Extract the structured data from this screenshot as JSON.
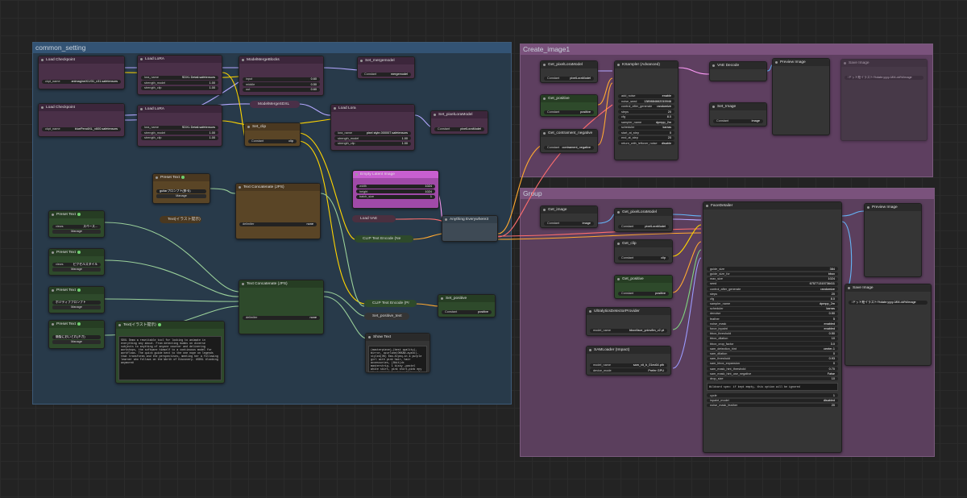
{
  "groups": {
    "common": "common_setting",
    "create": "Create_image1",
    "group": "Group"
  },
  "nodes": {
    "ckpt1": {
      "title": "Load Checkpoint",
      "w_name": "ckpt_name",
      "w_val": "animagineXLV31_v31.safetensors"
    },
    "ckpt2": {
      "title": "Load Checkpoint",
      "w_name": "ckpt_name",
      "w_val": "bluePencilXL_v600.safetensors"
    },
    "lora1": {
      "title": "Load LoRA",
      "rows": [
        [
          "lora_name",
          "SDXL Detail.safetensors"
        ],
        [
          "strength_model",
          "1.00"
        ],
        [
          "strength_clip",
          "1.00"
        ]
      ]
    },
    "lora2": {
      "title": "Load LoRA",
      "rows": [
        [
          "lora_name",
          "SDXL Detail.safetensors"
        ],
        [
          "strength_model",
          "1.00"
        ],
        [
          "strength_clip",
          "1.00"
        ]
      ]
    },
    "mmb": {
      "title": "ModelMergeBlocks",
      "rows": [
        [
          "input",
          "0.60"
        ],
        [
          "middle",
          "0.50"
        ],
        [
          "out",
          "0.60"
        ]
      ]
    },
    "mmsdxl": {
      "title": "ModelMergeSDXL"
    },
    "setmerge": {
      "title": "Set_mergemodel",
      "c_name": "Constant",
      "c_val": "mergemodel"
    },
    "loadlora3": {
      "title": "Load Lora",
      "rows": [
        [
          "lora_name",
          "pixel style-000007.safetensors"
        ],
        [
          "strength_model",
          "1.00"
        ],
        [
          "strength_clip",
          "1.00"
        ]
      ]
    },
    "setpixel": {
      "title": "Set_pixelLoraModel",
      "c_name": "Constant",
      "c_val": "pixelLoraModel"
    },
    "setclip": {
      "title": "Set_clip",
      "c_name": "Constant",
      "c_val": "clip"
    },
    "preset_top": {
      "title": "Preset Text",
      "w_val": "guitarプロンプト(那卡)",
      "btn": "Manage"
    },
    "textconcat1": {
      "title": "Text Concatenate (JPS)",
      "w_name": "delimiter",
      "w_val": "none"
    },
    "textconcat2": {
      "title": "Text Concatenate (JPS)",
      "w_name": "delimiter",
      "w_val": "none"
    },
    "emptylatent": {
      "title": "Empty Latent Image",
      "rows": [
        [
          "width",
          "1024"
        ],
        [
          "height",
          "1024"
        ],
        [
          "batch_size",
          "1"
        ]
      ]
    },
    "loadvae": {
      "title": "Load VAE"
    },
    "anything": {
      "title": "Anything Everywhere3"
    },
    "clipenc1": {
      "title": "CLIP Text Encode (Ne"
    },
    "clipenc2": {
      "title": "CLIP Text Encode (Pr"
    },
    "setpos_left": {
      "title": "Set_positive",
      "c_name": "Constant",
      "c_val": "positive"
    },
    "setpostext": {
      "title": "Set_positive_text"
    },
    "showtext": {
      "title": "Show Text",
      "text": "(masterpiece),(best quality), mirror, azurlane(OKKAN-ayato)-styled(OK) Emo.Arpeq.in a purple girl with pink hair, hair accessories, (8bit)dx masterstrip, 1 kissy ,pastel white skirt, pink shirt,pink epy block (tbit) bardric, fish scale"
    },
    "presets": [
      {
        "title": "Preset Text",
        "w_name": "views",
        "w_val": "スペース...",
        "btn": "Manage"
      },
      {
        "title": "Preset Text",
        "w_name": "views",
        "w_val": "ピクセルスタイル",
        "btn": "Manage"
      },
      {
        "title": "Preset Text",
        "w_name": "",
        "w_val": "ポジティブプロンプト",
        "btn": "Manage"
      },
      {
        "title": "Preset Text",
        "w_name": "",
        "w_val": "簡版においとれ(キガ)",
        "btn": "Manage"
      }
    ],
    "illust1": {
      "title": "Text(イラスト提示)"
    },
    "illust2": {
      "title": "Text(イラスト提示)",
      "text": "SDXL Demo a rewritable tool for looking to animate in everything any about. From detecting bumbs on diverse subjects to anything of anyone counter and delivering workshops, the software himself to a continuous model for workflows. The quick guide best to the one nope on legends that transforms and the perspectives, meeting her a following learner who follows on the Worth of Discovery. #SDXL #looking anymore#"
    },
    "getpixel1": {
      "title": "Get_pixelLoraModel",
      "c_name": "Constant",
      "c_val": "pixelLoraModel"
    },
    "getpos1": {
      "title": "Get_positive",
      "c_name": "Constant",
      "c_val": "positive"
    },
    "getcont": {
      "title": "Get_contrament_negative",
      "c_name": "Constant",
      "c_val": "contrament_negative"
    },
    "ksampler": {
      "title": "KSampler (Advanced)",
      "rows": [
        [
          "add_noise",
          "enable"
        ],
        [
          "noise_seed",
          "1389884662015946"
        ],
        [
          "control_after_generate",
          "randomize"
        ],
        [
          "steps",
          "20"
        ],
        [
          "cfg",
          "8.0"
        ],
        [
          "sampler_name",
          "dpmpp_2m"
        ],
        [
          "scheduler",
          "karras"
        ],
        [
          "start_at_step",
          "0"
        ],
        [
          "end_at_step",
          "20"
        ],
        [
          "return_with_leftover_noise",
          "disable"
        ]
      ]
    },
    "vaedecode": {
      "title": "VAE Decode"
    },
    "getimage1": {
      "title": "Set_Image",
      "c_name": "Constant",
      "c_val": "image"
    },
    "preview1": {
      "title": "Preview Image"
    },
    "saveimage1": {
      "title": "Save Image",
      "w_val": "/ドット絵イラスト/%date:yyyy-MM-dd%/image"
    },
    "getimage2": {
      "title": "Get_image",
      "c_name": "Constant",
      "c_val": "image"
    },
    "getpixel2": {
      "title": "Get_pixelLoraModel",
      "c_name": "Constant",
      "c_val": "pixelLoraModel"
    },
    "getclip": {
      "title": "Get_clip",
      "c_name": "Constant",
      "c_val": "clip"
    },
    "getpos2": {
      "title": "Get_positive",
      "c_name": "Constant",
      "c_val": "positive"
    },
    "ultra": {
      "title": "UltralyticsDetectorProvider",
      "w_name": "model_name",
      "w_val": "bbox/face_yolov8m_v2.pt"
    },
    "sam": {
      "title": "SAMLoader (Impact)",
      "rows": [
        [
          "model_name",
          "sam_vit_b_01ec64.pth"
        ],
        [
          "device_mode",
          "Prefer GPU"
        ]
      ]
    },
    "facedetailer": {
      "title": "FaceDetailer",
      "rows": [
        [
          "guide_size",
          "384"
        ],
        [
          "guide_size_for",
          "bbox"
        ],
        [
          "max_size",
          "1024"
        ],
        [
          "seed",
          "675771315736411"
        ],
        [
          "control_after_generate",
          "randomize"
        ],
        [
          "steps",
          "20"
        ],
        [
          "cfg",
          "8.0"
        ],
        [
          "sampler_name",
          "dpmpp_2m"
        ],
        [
          "scheduler",
          "karras"
        ],
        [
          "denoise",
          "0.50"
        ],
        [
          "feather",
          "5"
        ],
        [
          "noise_mask",
          "enabled"
        ],
        [
          "force_inpaint",
          "enabled"
        ],
        [
          "bbox_threshold",
          "0.50"
        ],
        [
          "bbox_dilation",
          "10"
        ],
        [
          "bbox_crop_factor",
          "3.0"
        ],
        [
          "sam_detection_hint",
          "center-1"
        ],
        [
          "sam_dilation",
          "0"
        ],
        [
          "sam_threshold",
          "0.93"
        ],
        [
          "sam_bbox_expansion",
          "0"
        ],
        [
          "sam_mask_hint_threshold",
          "0.70"
        ],
        [
          "sam_mask_hint_use_negative",
          "False"
        ],
        [
          "drop_size",
          "10"
        ]
      ],
      "wildcard": "Wildcard spec: if kept empty, this option will be ignored",
      "rows2": [
        [
          "cycle",
          "1"
        ],
        [
          "inpaint_model",
          "disabled"
        ],
        [
          "noise_mask_feather",
          "20"
        ]
      ]
    },
    "preview2": {
      "title": "Preview Image"
    },
    "saveimage2": {
      "title": "Save Image",
      "w_val": "/ドット絵イラスト/%date:yyyy-MM-dd%/image"
    }
  }
}
